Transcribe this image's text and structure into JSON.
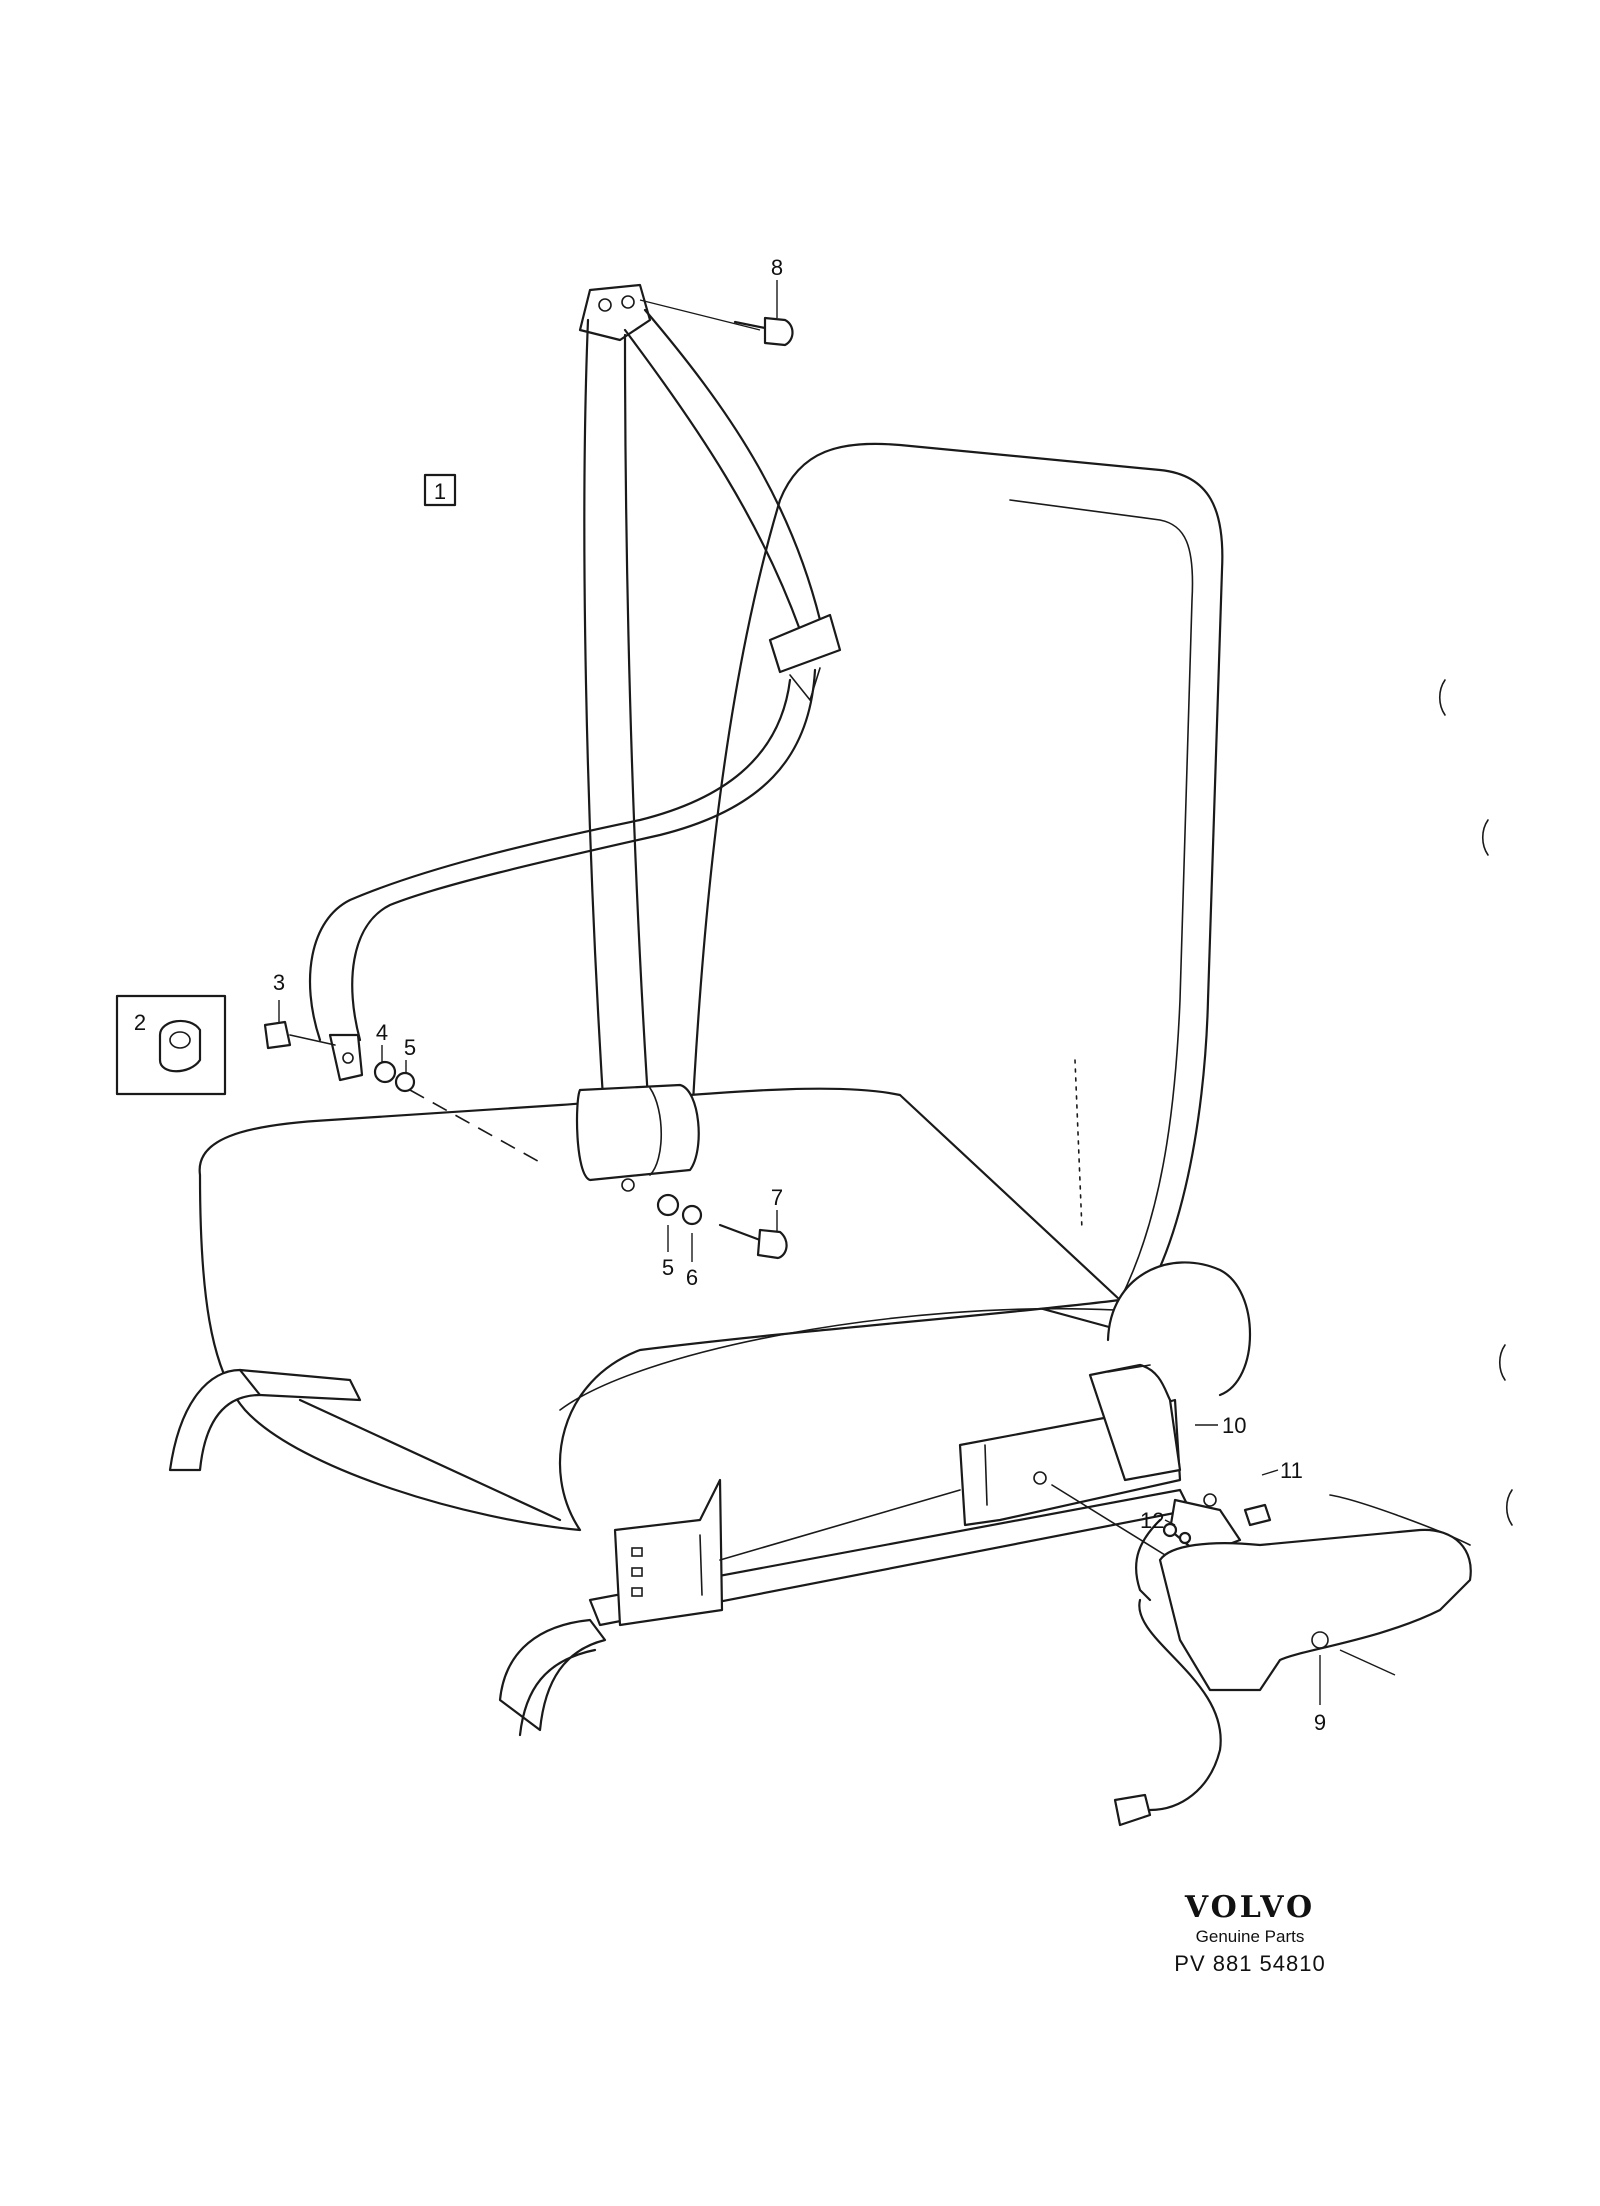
{
  "callouts": {
    "c1": "1",
    "c2": "2",
    "c3": "3",
    "c4": "4",
    "c5a": "5",
    "c5b": "5",
    "c6": "6",
    "c7": "7",
    "c8": "8",
    "c9": "9",
    "c10": "10",
    "c11": "11",
    "c12": "12"
  },
  "footer": {
    "brand": "VOLVO",
    "subtitle": "Genuine Parts",
    "code": "PV  881 54810"
  }
}
